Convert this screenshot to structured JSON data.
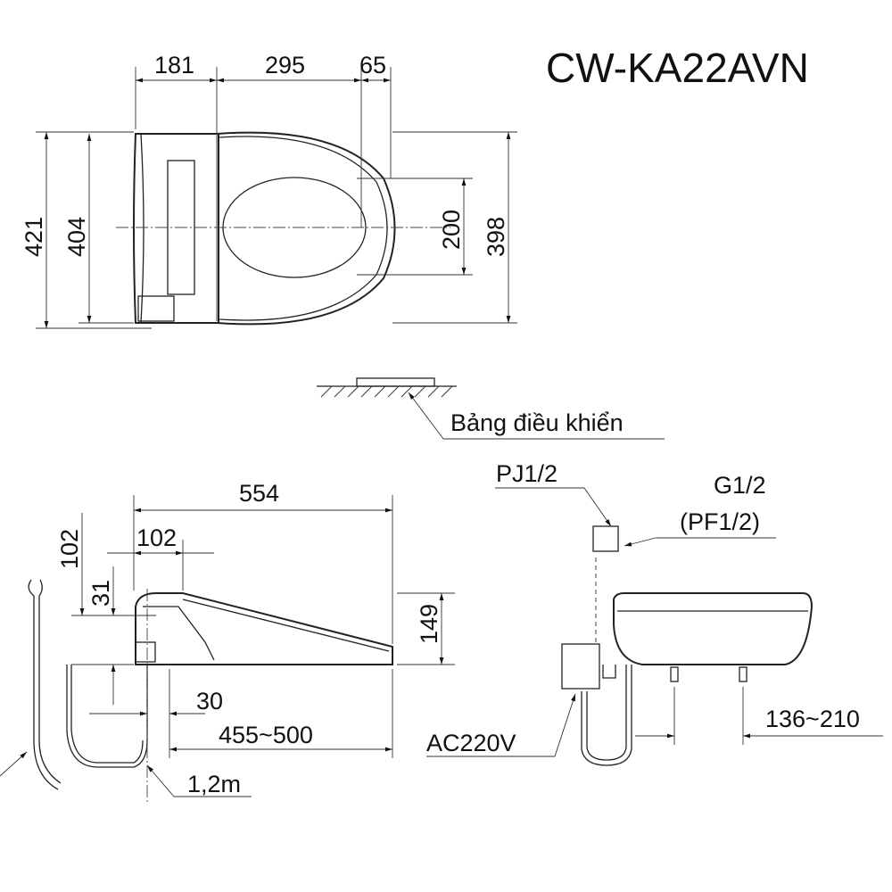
{
  "title": "CW-KA22AVN",
  "top_view": {
    "dim_181": "181",
    "dim_295": "295",
    "dim_65": "65",
    "dim_421": "421",
    "dim_404": "404",
    "dim_200": "200",
    "dim_398": "398"
  },
  "panel": {
    "label": "Bảng điều khiển"
  },
  "side_view": {
    "dim_554": "554",
    "dim_102_h": "102",
    "dim_102_v": "102",
    "dim_31": "31",
    "dim_149": "149",
    "dim_30": "30",
    "dim_455_500": "455~500",
    "cable": "1,2m"
  },
  "front_view": {
    "pj": "PJ1/2",
    "g": "G1/2",
    "pf": "(PF1/2)",
    "power": "AC220V",
    "dim_136_210": "136~210"
  }
}
